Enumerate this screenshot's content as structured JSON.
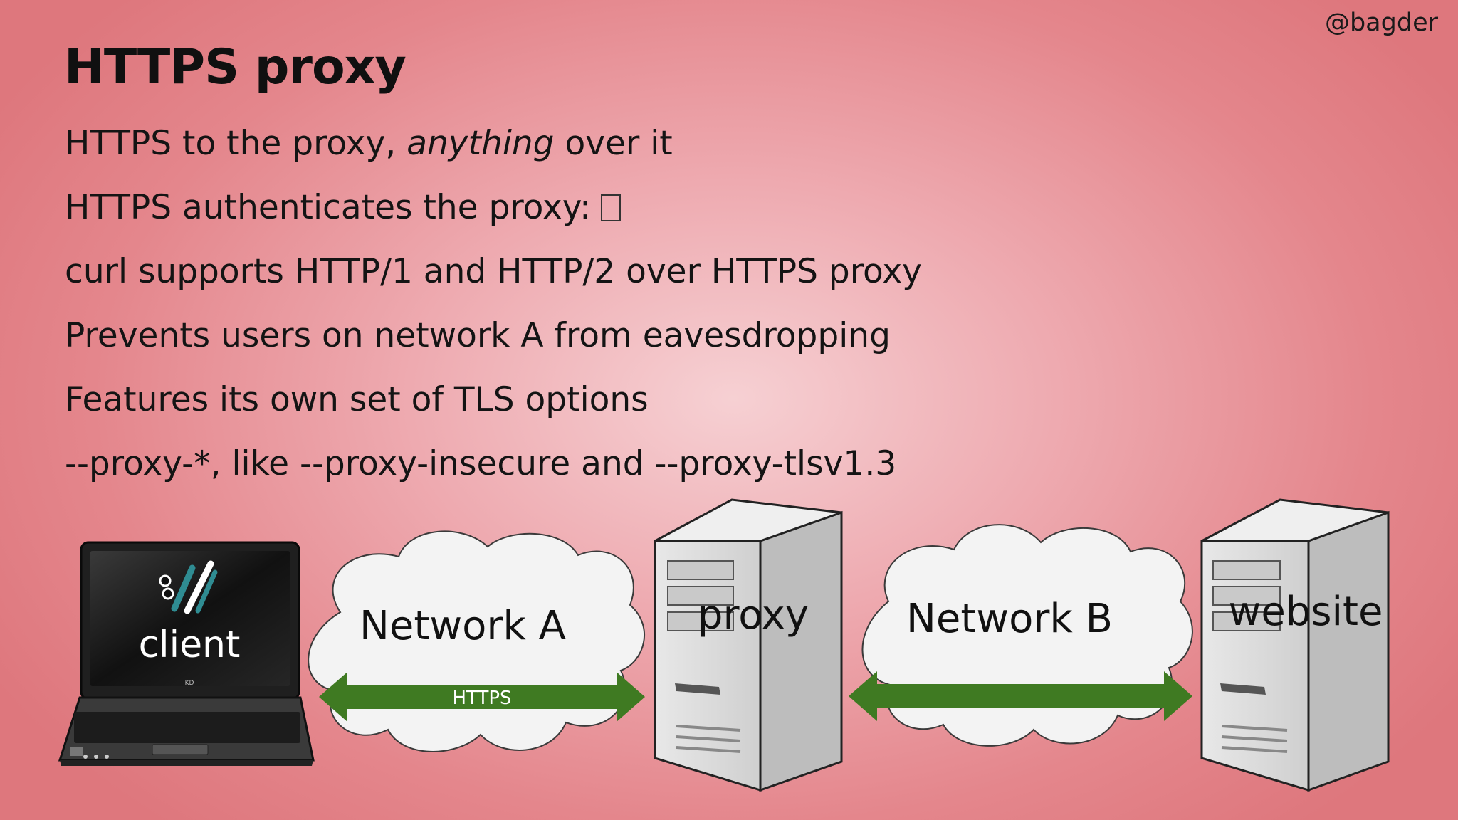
{
  "header": {
    "handle": "@bagder"
  },
  "slide": {
    "title": "HTTPS proxy",
    "bullets": {
      "b1_pre": "HTTPS to the proxy, ",
      "b1_em": "anything",
      "b1_post": " over it",
      "b2": "HTTPS authenticates the proxy:",
      "b3": "curl supports HTTP/1 and HTTP/2 over HTTPS proxy",
      "b4": "Prevents users on network A from eavesdropping",
      "b5": "Features its own set of TLS options",
      "b6": "--proxy-*, like --proxy-insecure and --proxy-tlsv1.3"
    }
  },
  "diagram": {
    "client_label": "client",
    "laptop_brand": "KD",
    "network_a_label": "Network A",
    "arrow_a_label": "HTTPS",
    "proxy_label": "proxy",
    "network_b_label": "Network B",
    "website_label": "website",
    "colors": {
      "arrow": "#3f7a22",
      "cloud": "#f3f3f3",
      "server": "#d9d9d9",
      "laptop": "#2b2b2b"
    }
  }
}
